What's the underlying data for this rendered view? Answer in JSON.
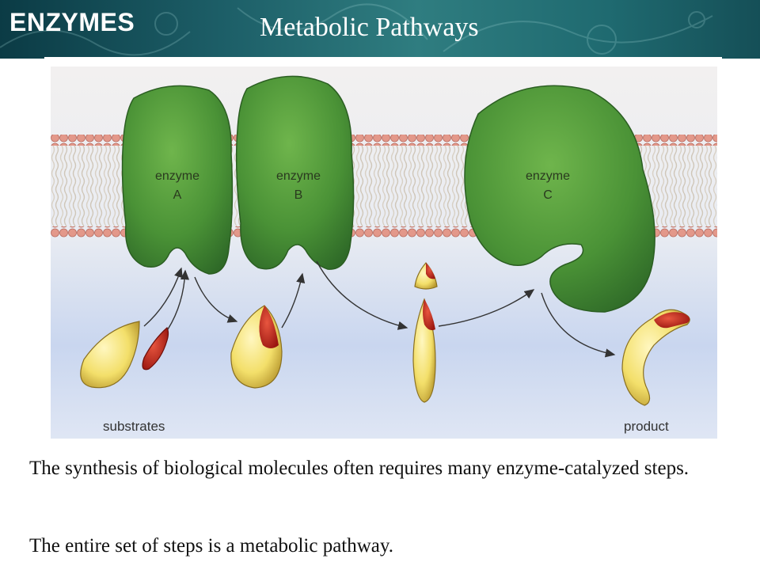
{
  "header": {
    "brand": "ENZYMES",
    "title": "Metabolic Pathways"
  },
  "diagram": {
    "enzymes": [
      {
        "word": "enzyme",
        "letter": "A"
      },
      {
        "word": "enzyme",
        "letter": "B"
      },
      {
        "word": "enzyme",
        "letter": "C"
      }
    ],
    "substrates_label": "substrates",
    "product_label": "product"
  },
  "captions": [
    "The synthesis of biological molecules often requires many enzyme-catalyzed steps.",
    "The entire set of steps is a metabolic pathway."
  ],
  "colors": {
    "header_dark": "#0b3b45",
    "enzyme_green": "#4f9a3a",
    "membrane_pink": "#e8a89a",
    "molecule_yellow": "#f3df6a",
    "molecule_red": "#c8241c"
  }
}
